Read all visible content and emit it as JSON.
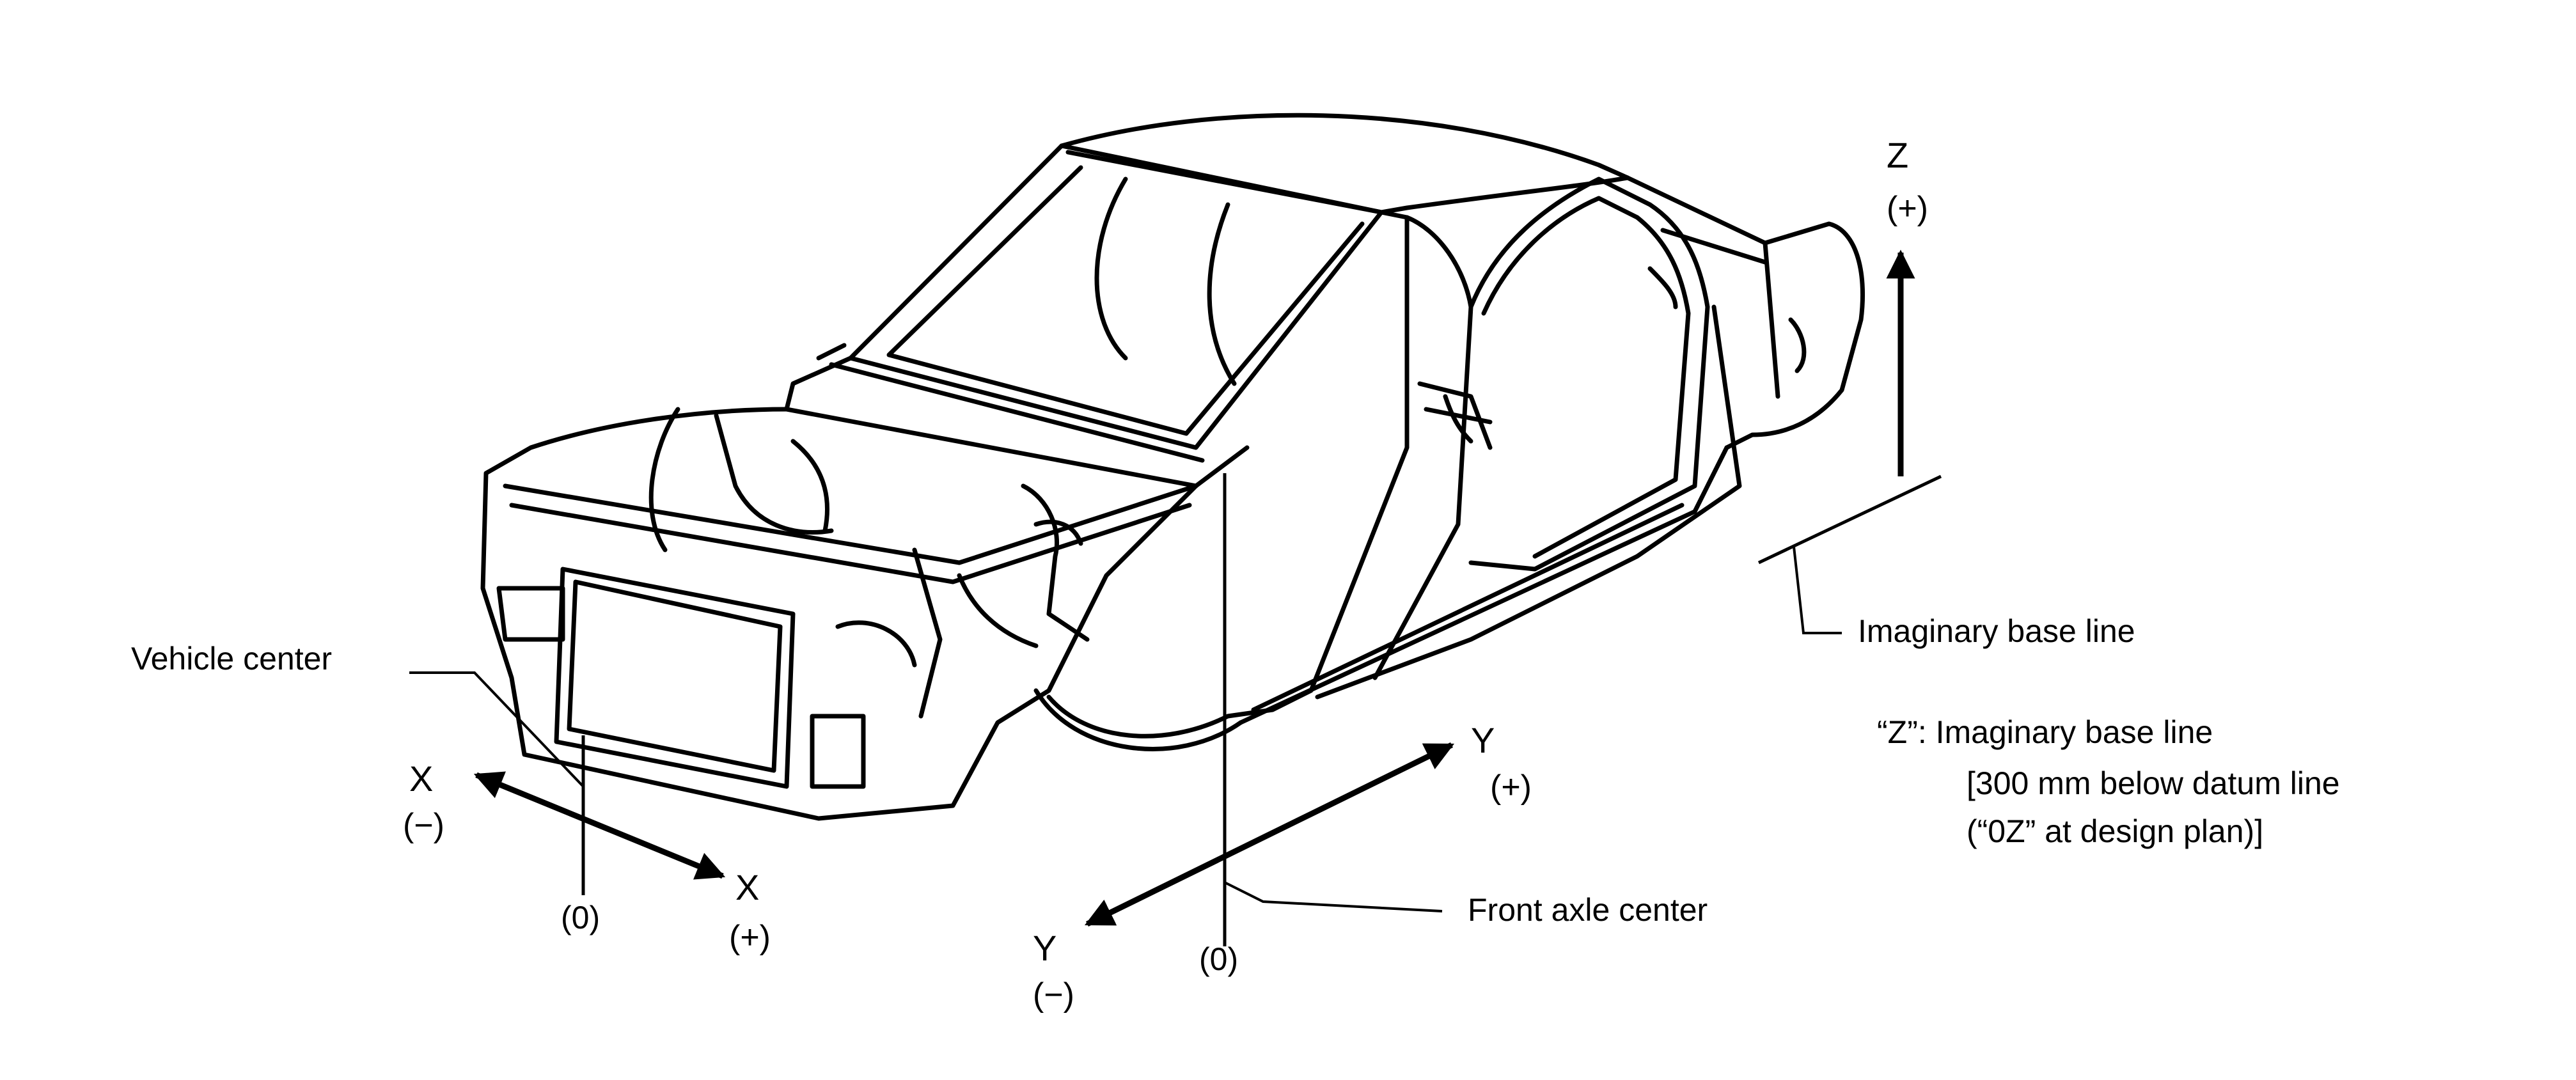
{
  "labels": {
    "vehicle_center": "Vehicle center",
    "front_axle_center": "Front axle center",
    "imaginary_base_line": "Imaginary base line"
  },
  "axes": {
    "x_letter": "X",
    "x_minus": "(−)",
    "x_plus": "(+)",
    "x_zero": "(0)",
    "y_letter": "Y",
    "y_minus": "(−)",
    "y_plus": "(+)",
    "y_zero": "(0)",
    "z_letter": "Z",
    "z_plus": "(+)"
  },
  "note": {
    "line1": "“Z”: Imaginary base line",
    "line2": "[300 mm below datum line",
    "line3": "(“0Z” at design plan)]"
  }
}
